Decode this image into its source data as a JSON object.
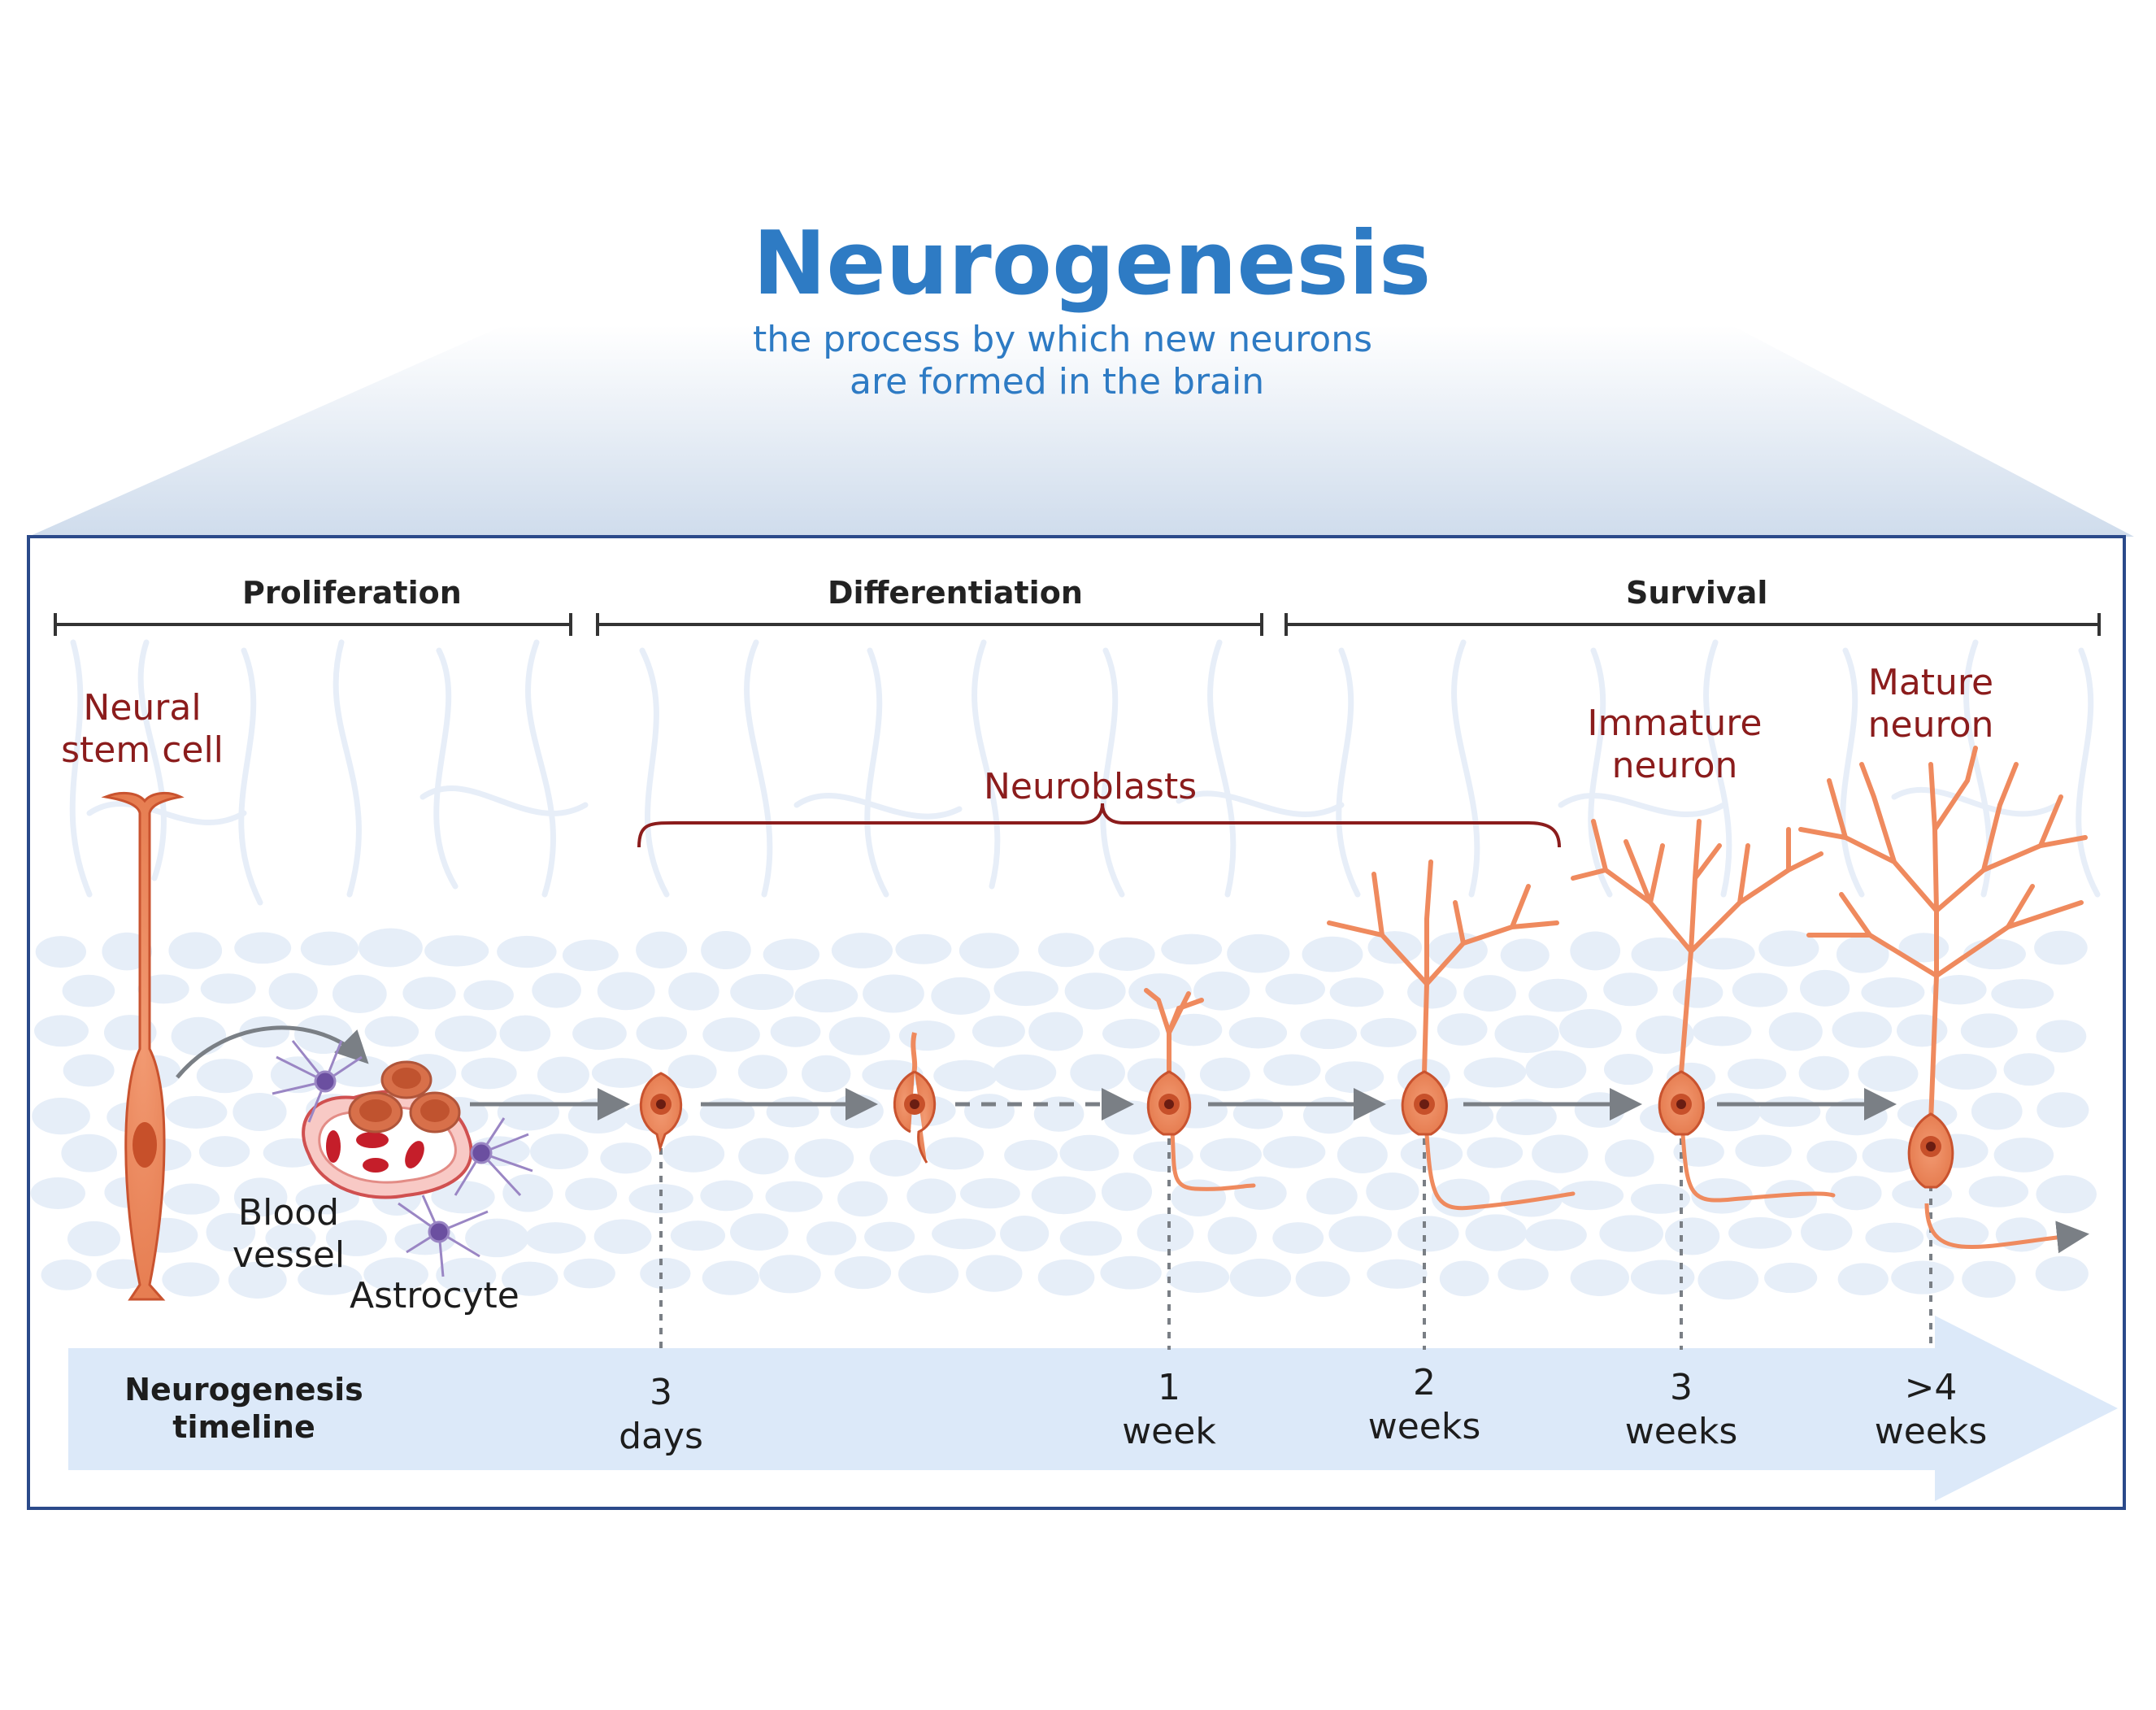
{
  "title": "Neurogenesis",
  "subtitle_line1": "the process by which new neurons",
  "subtitle_line2": "are formed in the brain",
  "phases": {
    "proliferation": "Proliferation",
    "differentiation": "Differentiation",
    "survival": "Survival"
  },
  "labels": {
    "neural_stem_cell_1": "Neural",
    "neural_stem_cell_2": "stem cell",
    "neuroblasts": "Neuroblasts",
    "immature_neuron_1": "Immature",
    "immature_neuron_2": "neuron",
    "mature_neuron_1": "Mature",
    "mature_neuron_2": "neuron",
    "blood_vessel_1": "Blood",
    "blood_vessel_2": "vessel",
    "astrocyte": "Astrocyte"
  },
  "timeline": {
    "title_1": "Neurogenesis",
    "title_2": "timeline",
    "points": [
      {
        "n": "3",
        "unit": "days"
      },
      {
        "n": "1",
        "unit": "week"
      },
      {
        "n": "2",
        "unit": "weeks"
      },
      {
        "n": "3",
        "unit": "weeks"
      },
      {
        "n": ">4",
        "unit": "weeks"
      }
    ]
  },
  "colors": {
    "title": "#2e7bc4",
    "cell_fill": "#ef8a5e",
    "cell_stroke": "#c9532f",
    "label_red": "#8b1c1c",
    "frame": "#2b4a8a",
    "timeline_arrow": "#dce9f9",
    "tissue": "#e6eef8"
  }
}
